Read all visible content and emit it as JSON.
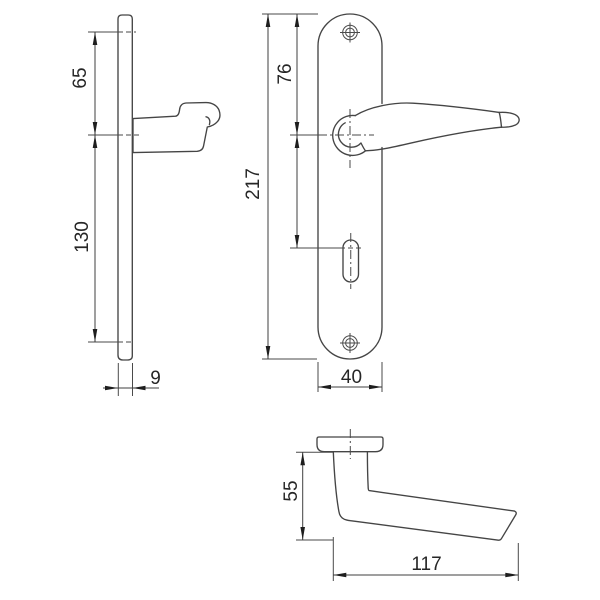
{
  "drawing": {
    "title": "door-handle-backplate-dimension-drawing",
    "units_shown": "",
    "side_view": {
      "top_screw_to_handle_center": "65",
      "handle_center_to_bottom_screw": "130",
      "plate_thickness": "9"
    },
    "front_view": {
      "plate_height": "217",
      "plate_top_to_handle_center": "76",
      "plate_width": "40"
    },
    "handle_profile_view": {
      "handle_height": "55",
      "handle_length": "117"
    },
    "colors": {
      "background": "#ffffff",
      "line": "#454545",
      "dimension_line": "#3f3f3f",
      "text": "#262626",
      "arrow": "#1e1e1e"
    }
  }
}
